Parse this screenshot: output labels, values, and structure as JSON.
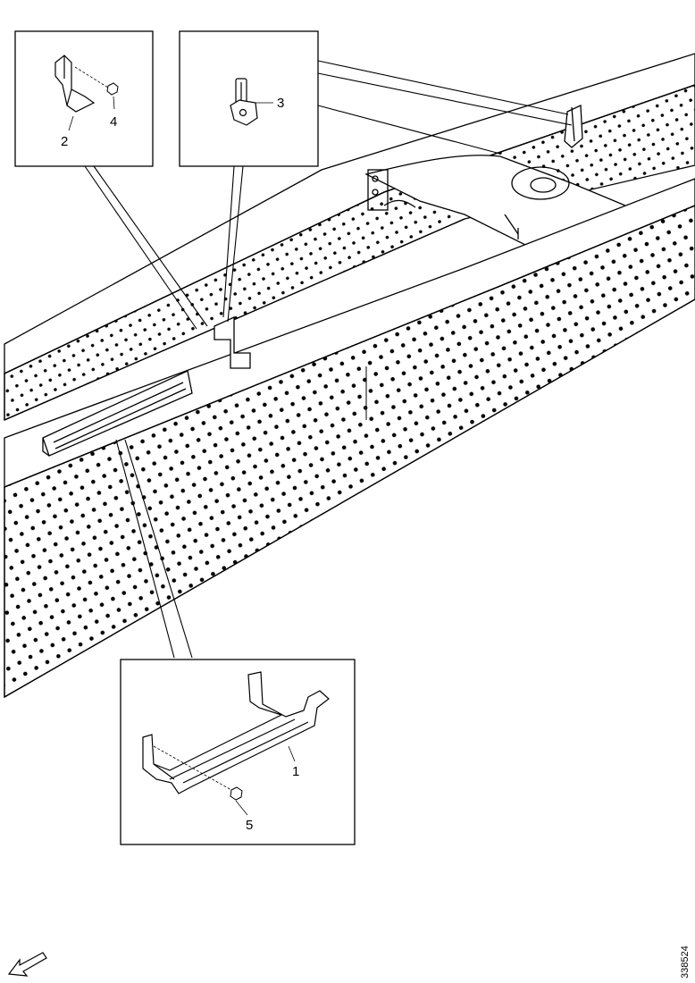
{
  "callouts": {
    "label_1": "1",
    "label_2": "2",
    "label_3": "3",
    "label_4": "4",
    "label_5": "5"
  },
  "document_number": "338524",
  "direction_arrow_icon": "forward-direction-arrow-icon",
  "colors": {
    "line": "#000000",
    "background": "#ffffff"
  }
}
